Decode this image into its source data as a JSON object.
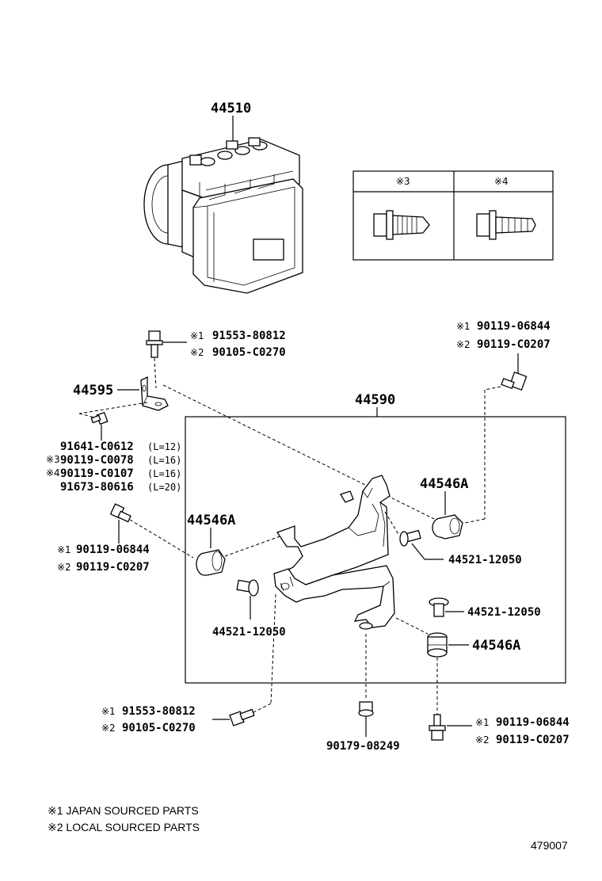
{
  "title_part": "44510",
  "inset": {
    "col1_header": "※3",
    "col2_header": "※4"
  },
  "labels": {
    "bracket_assy": "44590",
    "bracket_sub": "44595",
    "cushion_top_right": "44546A",
    "cushion_left": "44546A",
    "cushion_bottom_right": "44546A",
    "collar_top_right": "44521-12050",
    "collar_left": "44521-12050",
    "collar_bottom_right": "44521-12050",
    "nut_bottom": "90179-08249"
  },
  "callouts": {
    "top_bolt": [
      {
        "mark": "※1",
        "part": "91553-80812"
      },
      {
        "mark": "※2",
        "part": "90105-C0270"
      }
    ],
    "top_right_bolt": [
      {
        "mark": "※1",
        "part": "90119-06844"
      },
      {
        "mark": "※2",
        "part": "90119-C0207"
      }
    ],
    "side_bolt": [
      {
        "mark": "",
        "part": "91641-C0612",
        "len": "(L=12)"
      },
      {
        "mark": "※3",
        "part": "90119-C0078",
        "len": "(L=16)"
      },
      {
        "mark": "※4",
        "part": "90119-C0107",
        "len": "(L=16)"
      },
      {
        "mark": "",
        "part": "91673-80616",
        "len": "(L=20)"
      }
    ],
    "left_bolt": [
      {
        "mark": "※1",
        "part": "90119-06844"
      },
      {
        "mark": "※2",
        "part": "90119-C0207"
      }
    ],
    "bottom_left_bolt": [
      {
        "mark": "※1",
        "part": "91553-80812"
      },
      {
        "mark": "※2",
        "part": "90105-C0270"
      }
    ],
    "bottom_right_bolt": [
      {
        "mark": "※1",
        "part": "90119-06844"
      },
      {
        "mark": "※2",
        "part": "90119-C0207"
      }
    ]
  },
  "notes": [
    "※1 JAPAN SOURCED PARTS",
    "※2 LOCAL SOURCED PARTS"
  ],
  "figure_id": "479007"
}
